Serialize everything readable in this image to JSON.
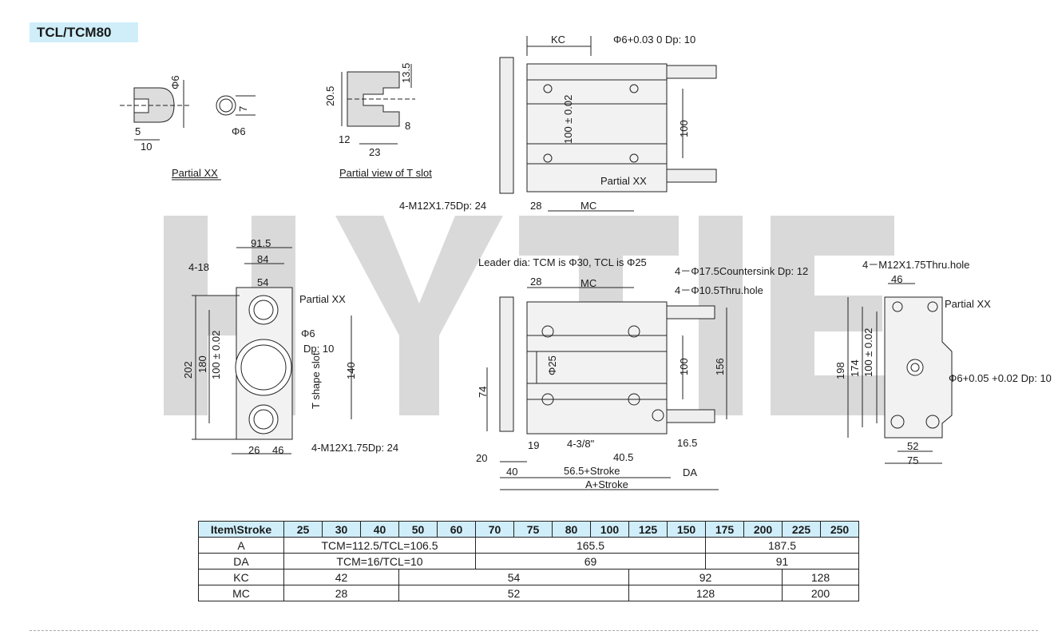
{
  "title": "TCL/TCM80",
  "watermark": "HYTIE",
  "labels": {
    "partial_xx": "Partial XX",
    "partial_t_slot": "Partial view of T slot",
    "phi6_a": "Φ6",
    "phi6_tol": "+0.03 / 0",
    "dim_5": "5",
    "dim_10": "10",
    "dim_7": "7",
    "dim_20_5": "20.5",
    "dim_13_5": "13.5",
    "dim_8": "8",
    "dim_12": "12",
    "dim_23": "23",
    "kc": "KC",
    "phi6_dp10": "Φ6+0.03 0 Dp: 10",
    "dim_100_002": "100 ± 0.02",
    "dim_100": "100",
    "m12_dp24": "4-M12X1.75Dp: 24",
    "dim_28": "28",
    "mc": "MC",
    "dim_91_5": "91.5",
    "dim_84": "84",
    "dim_4_18": "4-18",
    "dim_54": "54",
    "dp10": "Dp: 10",
    "dim_202": "202",
    "dim_180": "180",
    "dim_140": "140",
    "t_shape_slot": "T shape slot",
    "dim_26": "26",
    "dim_46": "46",
    "leader_dia": "Leader dia: TCM is Φ30, TCL is Φ25",
    "countersink": "4－Φ17.5Countersink Dp: 12",
    "thru_hole": "4－Φ10.5Thru.hole",
    "phi25": "Φ25",
    "dim_156": "156",
    "dim_74": "74",
    "dim_19": "19",
    "dim_4_3_8": "4-3/8\"",
    "dim_16_5": "16.5",
    "dim_40_5": "40.5",
    "dim_20": "20",
    "dim_40": "40",
    "stroke_56_5": "56.5+Stroke",
    "da": "DA",
    "a_stroke": "A+Stroke",
    "m12_thru": "4－M12X1.75Thru.hole",
    "dim_198": "198",
    "dim_174": "174",
    "phi6_dp10_b": "Φ6+0.05 +0.02 Dp: 10",
    "dim_52": "52",
    "dim_75": "75"
  },
  "table": {
    "header": [
      "Item\\Stroke",
      "25",
      "30",
      "40",
      "50",
      "60",
      "70",
      "75",
      "80",
      "100",
      "125",
      "150",
      "175",
      "200",
      "225",
      "250"
    ],
    "rows": [
      {
        "item": "A",
        "cells": [
          {
            "v": "TCM=112.5/TCL=106.5",
            "span": 5
          },
          {
            "v": "165.5",
            "span": 6
          },
          {
            "v": "187.5",
            "span": 4
          }
        ]
      },
      {
        "item": "DA",
        "cells": [
          {
            "v": "TCM=16/TCL=10",
            "span": 5
          },
          {
            "v": "69",
            "span": 6
          },
          {
            "v": "91",
            "span": 4
          }
        ]
      },
      {
        "item": "KC",
        "cells": [
          {
            "v": "42",
            "span": 3
          },
          {
            "v": "54",
            "span": 6
          },
          {
            "v": "92",
            "span": 4
          },
          {
            "v": "128",
            "span": 2
          }
        ]
      },
      {
        "item": "MC",
        "cells": [
          {
            "v": "28",
            "span": 3
          },
          {
            "v": "52",
            "span": 6
          },
          {
            "v": "128",
            "span": 4
          },
          {
            "v": "200",
            "span": 2
          }
        ]
      }
    ]
  }
}
